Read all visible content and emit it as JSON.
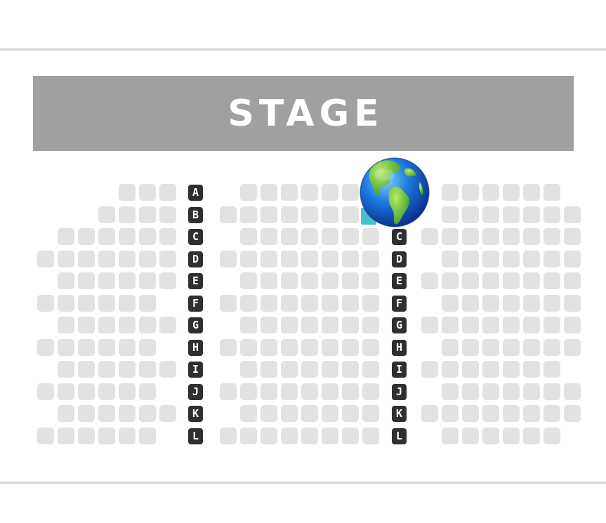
{
  "stage": {
    "label": "STAGE"
  },
  "rows": [
    "A",
    "B",
    "C",
    "D",
    "E",
    "F",
    "G",
    "H",
    "I",
    "J",
    "K",
    "L"
  ],
  "aisle_labels": {
    "left": [
      "A",
      "B",
      "C",
      "D",
      "E",
      "F",
      "G",
      "H",
      "I",
      "J",
      "K",
      "L"
    ],
    "center": [
      "C",
      "D",
      "E",
      "F",
      "G",
      "H",
      "I",
      "J",
      "K",
      "L"
    ]
  },
  "colors": {
    "stage_background": "#a0a0a0",
    "stage_text": "#ffffff",
    "seat": "#e2e2e2",
    "row_label_background": "#2f2f2f",
    "row_label_text": "#ffffff",
    "divider": "#d4d4d4",
    "selected_seat": "#49bfc7"
  },
  "overlay": {
    "icon": "globe-icon"
  }
}
